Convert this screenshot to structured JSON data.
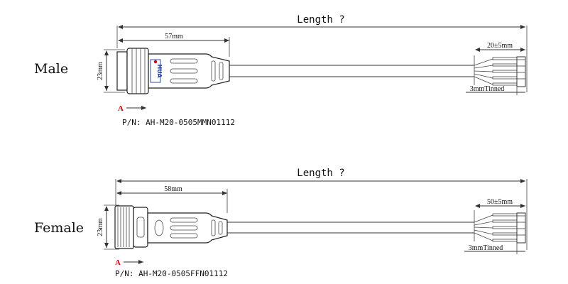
{
  "drawings": [
    {
      "label": "Male",
      "length_label": "Length ?",
      "connector_length": "57mm",
      "diameter": "23mm",
      "strip_length": "20±5mm",
      "tinned": "3mmTinned",
      "section_marker": "A",
      "part_number": "P/N: AH-M20-0505MMN01112",
      "logo_text": "HUA"
    },
    {
      "label": "Female",
      "length_label": "Length ?",
      "connector_length": "58mm",
      "diameter": "23mm",
      "strip_length": "50±5mm",
      "tinned": "3mmTinned",
      "section_marker": "A",
      "part_number": "P/N: AH-M20-0505FFN01112"
    }
  ],
  "colors": {
    "marker": "#d00000",
    "line": "#333333"
  }
}
